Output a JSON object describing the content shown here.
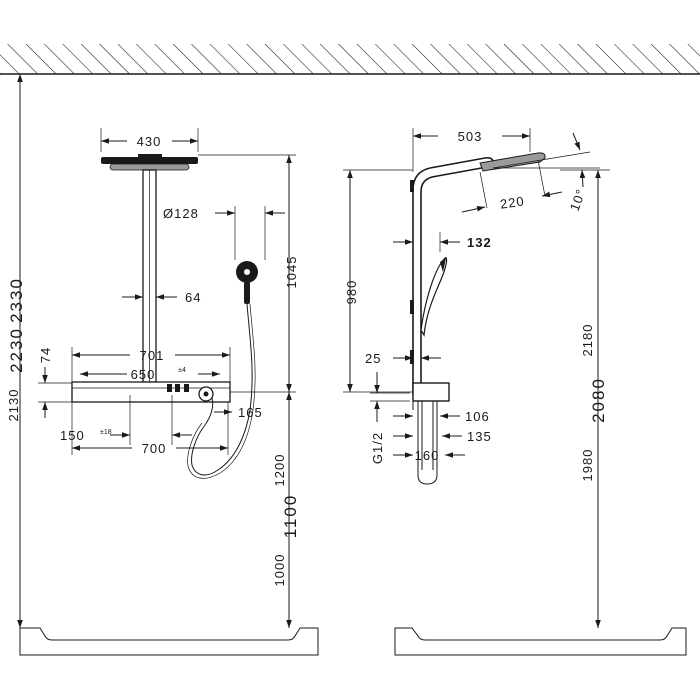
{
  "front_view": {
    "head_width": "430",
    "hand_shower_diameter": "Ø128",
    "arm_width": "64",
    "shelf_width_top": "701",
    "shelf_width_inner": "650",
    "shelf_width_inner_tol": "±4",
    "shelf_height": "74",
    "connection_offset": "150",
    "connection_offset_tol": "±18",
    "shelf_width_bottom": "700",
    "hose_offset": "165",
    "column_height": "1045",
    "height_1200": "1200",
    "height_1100": "1100",
    "height_1000": "1000",
    "height_2130": "2130",
    "height_2230": "2230",
    "height_2330": "2330"
  },
  "side_view": {
    "projection": "503",
    "head_depth": "220",
    "angle": "10°",
    "rail_offset": "132",
    "column_length": "980",
    "wall_distance": "25",
    "depth_106": "106",
    "depth_135": "135",
    "thread": "G1/2",
    "depth_160": "160",
    "height_2180": "2180",
    "height_2080": "2080",
    "height_1980": "1980"
  }
}
